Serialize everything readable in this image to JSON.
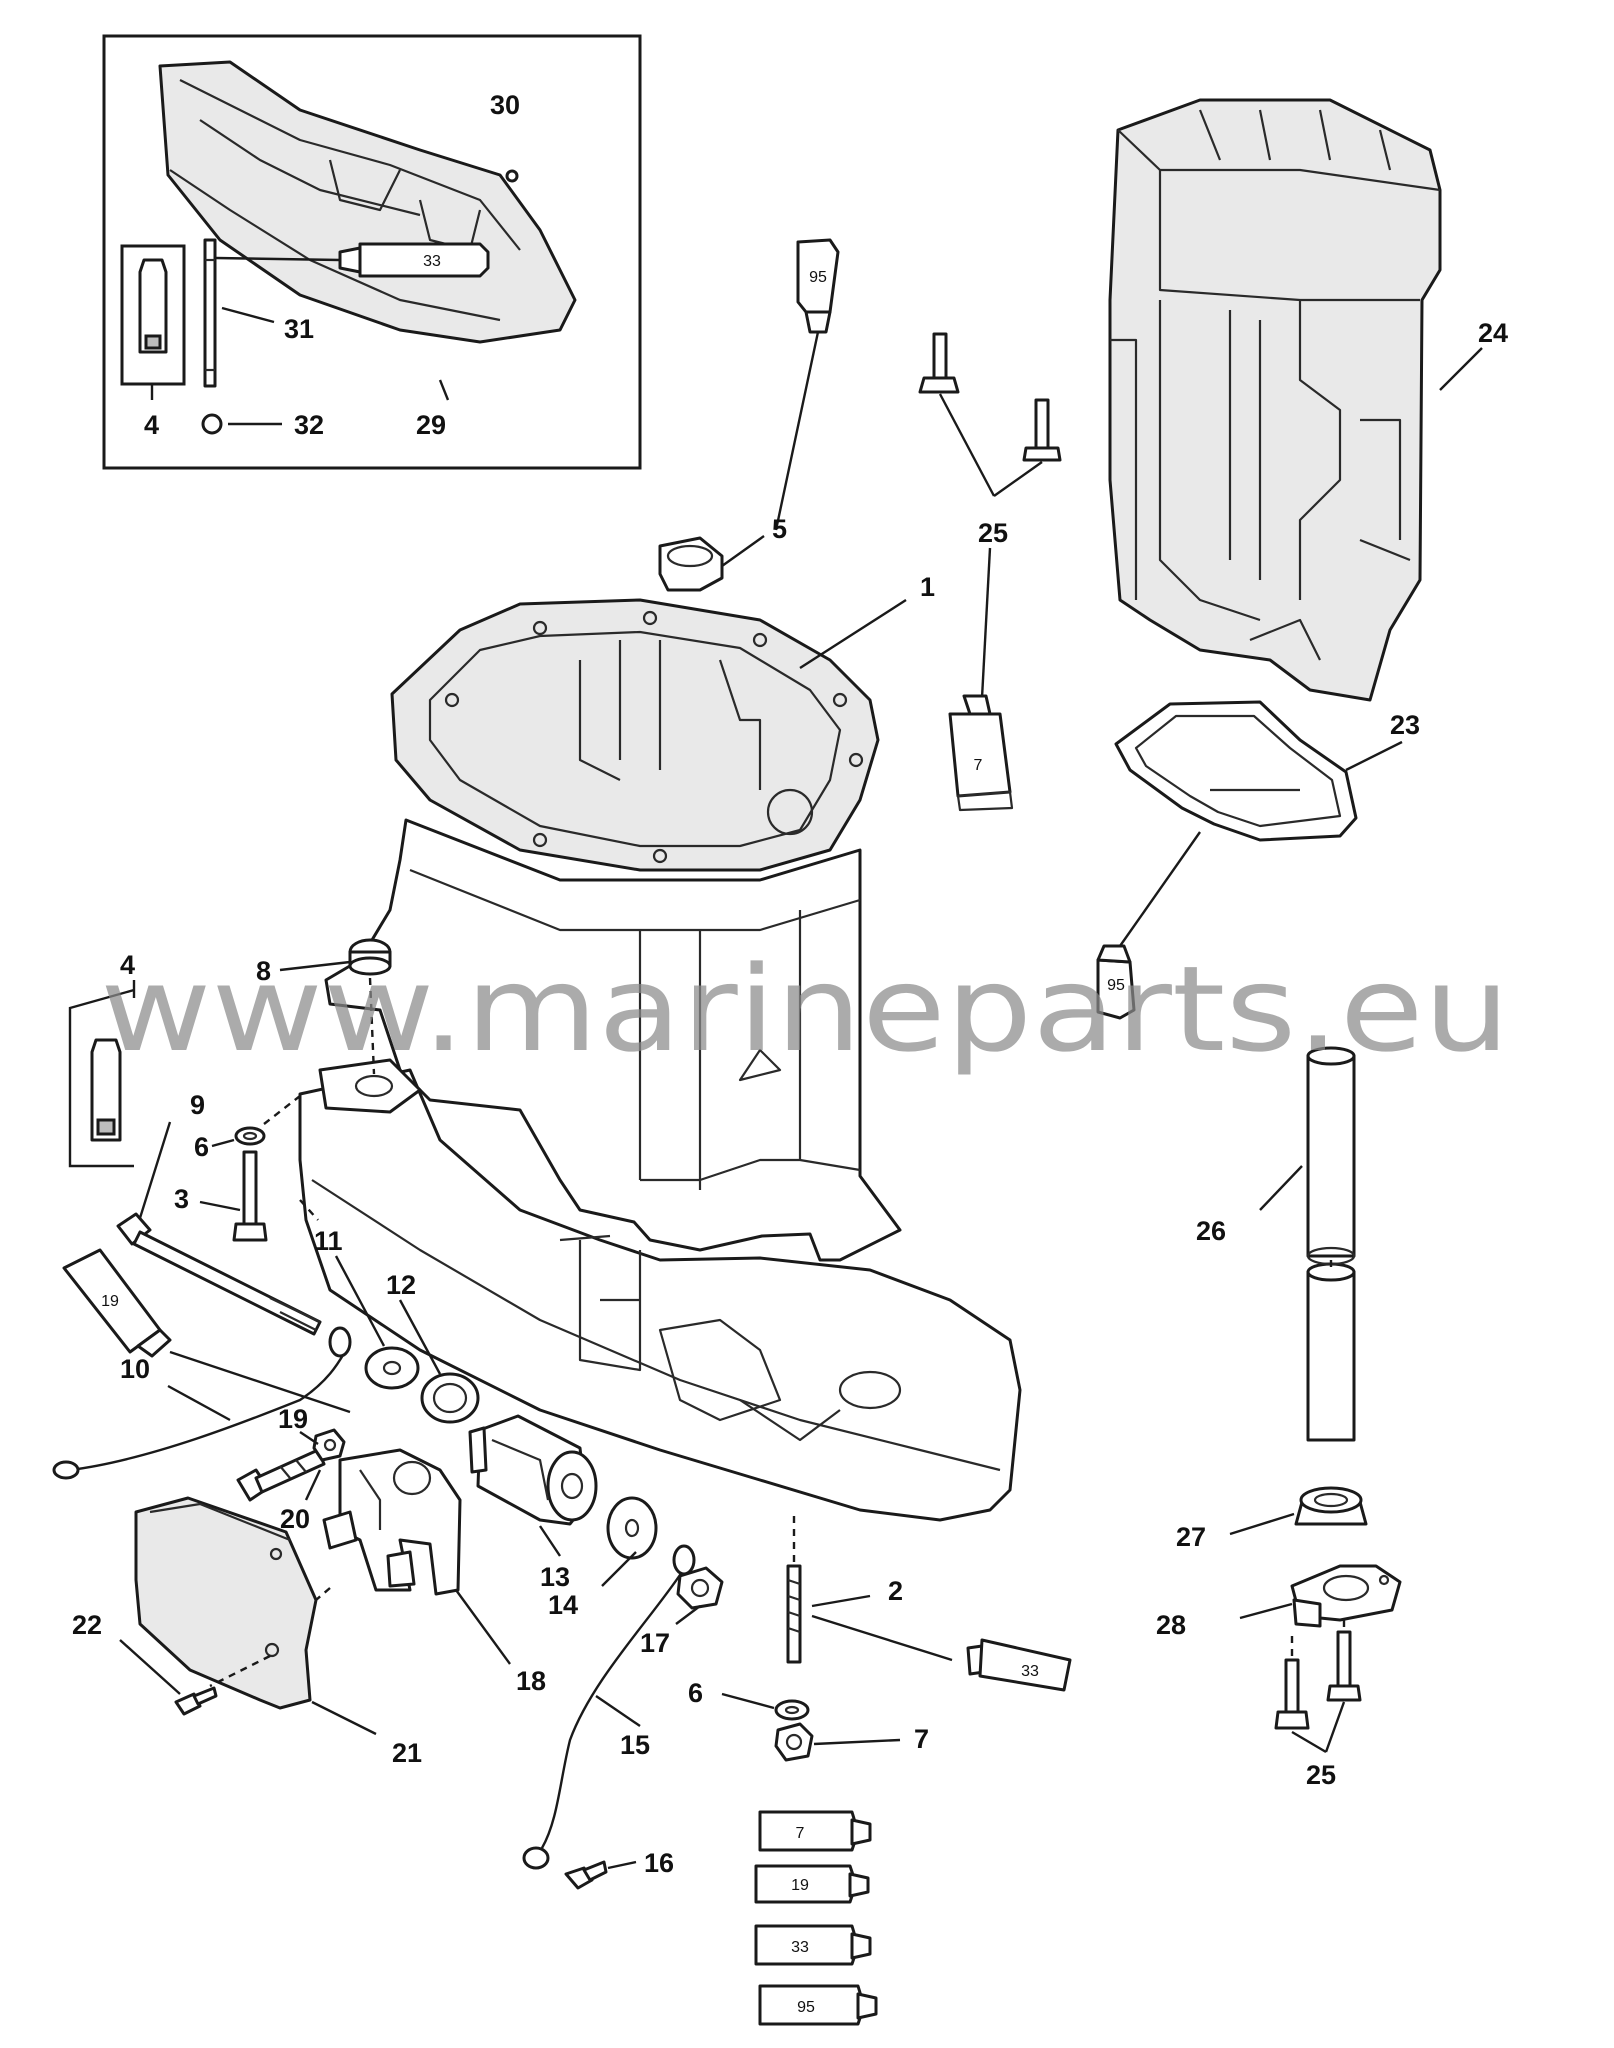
{
  "callouts": {
    "c1": "1",
    "c2": "2",
    "c3": "3",
    "c4_inset": "4",
    "c4_left": "4",
    "c5": "5",
    "c6_upper": "6",
    "c6_lower": "6",
    "c7": "7",
    "c8": "8",
    "c9": "9",
    "c10": "10",
    "c11": "11",
    "c12": "12",
    "c13": "13",
    "c14": "14",
    "c15": "15",
    "c16": "16",
    "c17": "17",
    "c18": "18",
    "c19": "19",
    "c20": "20",
    "c21": "21",
    "c22": "22",
    "c23": "23",
    "c24": "24",
    "c25_upper": "25",
    "c25_lower": "25",
    "c26": "26",
    "c27": "27",
    "c28": "28",
    "c29": "29",
    "c30": "30",
    "c31": "31",
    "c32": "32"
  },
  "tubes": {
    "inset_33": "33",
    "top_95": "95",
    "mid_7": "7",
    "right_95": "95",
    "left_19": "19",
    "lower_33": "33",
    "legend_7": "7",
    "legend_19": "19",
    "legend_33": "33",
    "legend_95": "95"
  },
  "watermark": "www.marineparts.eu",
  "colors": {
    "line": "#1a1a1a",
    "watermark": "#8a8a8a",
    "background": "#ffffff"
  }
}
